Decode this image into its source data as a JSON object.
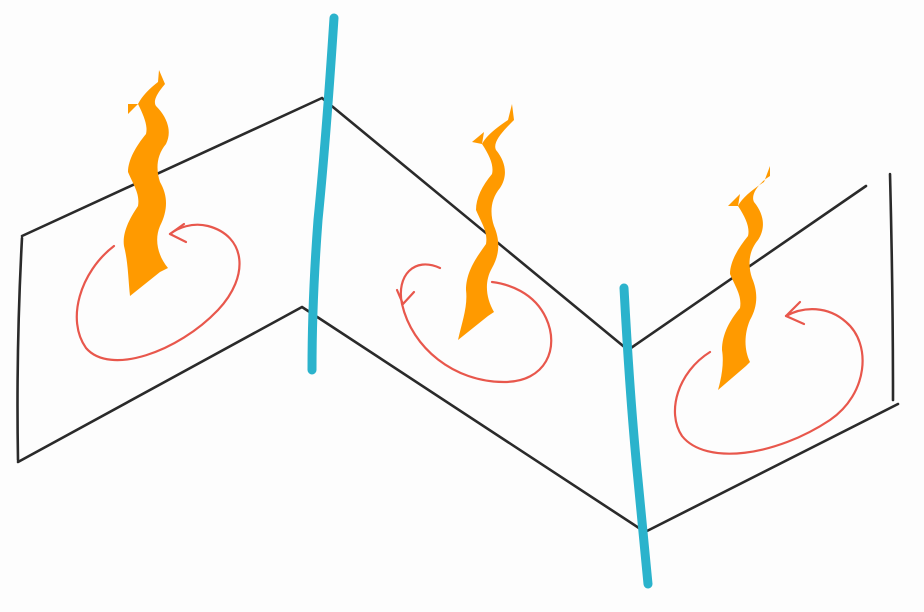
{
  "diagram": {
    "kind": "zigzag folded membrane sketch",
    "panels": [
      {
        "name": "left-panel",
        "flame": "orange-wavy-flame",
        "circulation": "counterclockwise-arrow"
      },
      {
        "name": "middle-panel",
        "flame": "orange-wavy-flame",
        "circulation": "counterclockwise-arrow"
      },
      {
        "name": "right-panel",
        "flame": "orange-wavy-flame",
        "circulation": "counterclockwise-arrow"
      }
    ],
    "dividers": [
      "cyan-divider-left",
      "cyan-divider-right"
    ]
  },
  "colors": {
    "background": "#fdfdfd",
    "outline": "#2a2a2a",
    "divider": "#2bb3cc",
    "flame": "#ff9a00",
    "swirl": "#e8574c"
  }
}
